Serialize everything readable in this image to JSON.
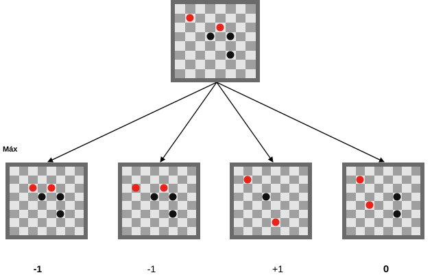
{
  "level_label": "Máx",
  "colors": {
    "red": "#e8231a",
    "black": "#111111",
    "arrow": "#000000"
  },
  "root": {
    "pieces": [
      {
        "color": "red",
        "col": 1,
        "row": 1
      },
      {
        "color": "red",
        "col": 4,
        "row": 2
      },
      {
        "color": "black",
        "col": 3,
        "row": 3
      },
      {
        "color": "black",
        "col": 5,
        "row": 3
      },
      {
        "color": "black",
        "col": 5,
        "row": 5
      }
    ]
  },
  "children": [
    {
      "score": "-1",
      "pieces": [
        {
          "color": "red",
          "col": 2,
          "row": 2
        },
        {
          "color": "red",
          "col": 4,
          "row": 2
        },
        {
          "color": "black",
          "col": 3,
          "row": 3
        },
        {
          "color": "black",
          "col": 5,
          "row": 3
        },
        {
          "color": "black",
          "col": 5,
          "row": 5
        }
      ]
    },
    {
      "score": "-1",
      "pieces": [
        {
          "color": "red",
          "col": 1,
          "row": 2
        },
        {
          "color": "red",
          "col": 4,
          "row": 2
        },
        {
          "color": "black",
          "col": 3,
          "row": 3
        },
        {
          "color": "black",
          "col": 5,
          "row": 3
        },
        {
          "color": "black",
          "col": 5,
          "row": 5
        }
      ]
    },
    {
      "score": "+1",
      "pieces": [
        {
          "color": "red",
          "col": 1,
          "row": 1
        },
        {
          "color": "black",
          "col": 3,
          "row": 3
        },
        {
          "color": "red",
          "col": 4,
          "row": 6
        }
      ]
    },
    {
      "score": "0",
      "pieces": [
        {
          "color": "red",
          "col": 1,
          "row": 1
        },
        {
          "color": "black",
          "col": 5,
          "row": 3
        },
        {
          "color": "red",
          "col": 2,
          "row": 4
        },
        {
          "color": "black",
          "col": 5,
          "row": 5
        }
      ]
    }
  ]
}
